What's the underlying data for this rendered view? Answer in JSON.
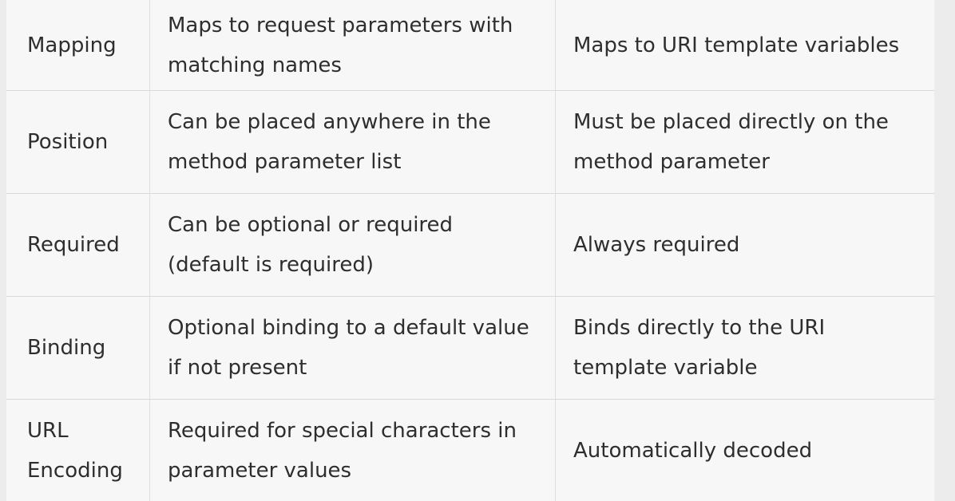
{
  "table": {
    "rows": [
      {
        "label": [
          "Mapping"
        ],
        "col1": [
          "Maps to request parameters with",
          "matching names"
        ],
        "col2": [
          "Maps to URI template variables"
        ]
      },
      {
        "label": [
          "Position"
        ],
        "col1": [
          "Can be placed anywhere in the",
          "method parameter list"
        ],
        "col2": [
          "Must be placed directly on the",
          "method parameter"
        ]
      },
      {
        "label": [
          "Required"
        ],
        "col1": [
          "Can be optional or required",
          "(default is required)"
        ],
        "col2": [
          "Always required"
        ]
      },
      {
        "label": [
          "Binding"
        ],
        "col1": [
          "Optional binding to a default value",
          "if not present"
        ],
        "col2": [
          "Binds directly to the URI",
          "template variable"
        ]
      },
      {
        "label": [
          "URL",
          "Encoding"
        ],
        "col1": [
          "Required for special characters in",
          "parameter values"
        ],
        "col2": [
          "Automatically decoded"
        ]
      }
    ]
  }
}
